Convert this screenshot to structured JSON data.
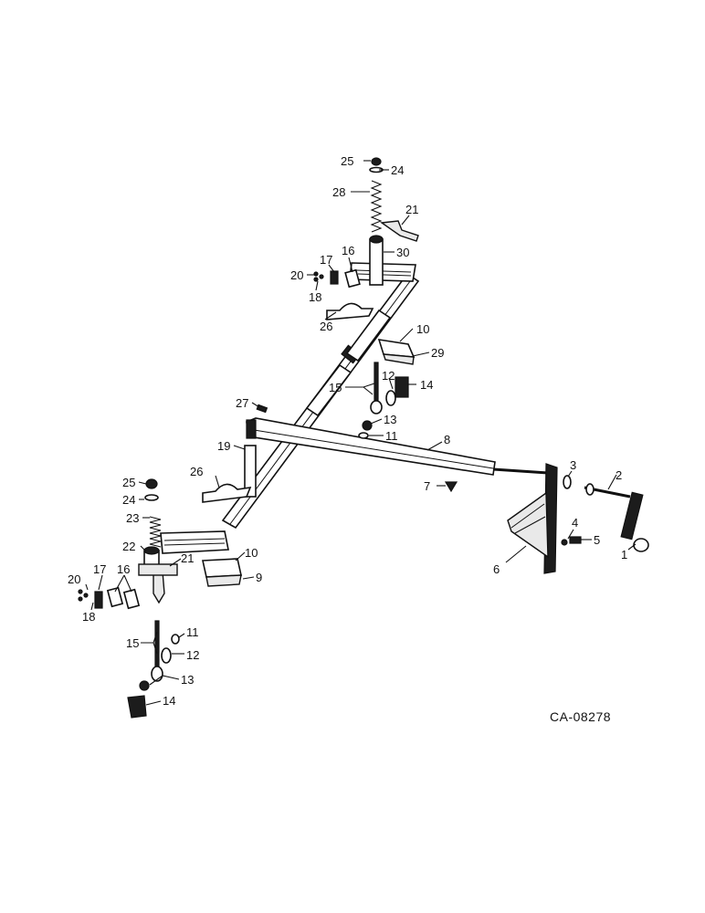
{
  "drawing_id": "CA-08278",
  "callouts": [
    {
      "id": "c25a",
      "text": "25"
    },
    {
      "id": "c24a",
      "text": "24"
    },
    {
      "id": "c28",
      "text": "28"
    },
    {
      "id": "c21a",
      "text": "21"
    },
    {
      "id": "c30",
      "text": "30"
    },
    {
      "id": "c17a",
      "text": "17"
    },
    {
      "id": "c16a",
      "text": "16"
    },
    {
      "id": "c20a",
      "text": "20"
    },
    {
      "id": "c18a",
      "text": "18"
    },
    {
      "id": "c26a",
      "text": "26"
    },
    {
      "id": "c10a",
      "text": "10"
    },
    {
      "id": "c29",
      "text": "29"
    },
    {
      "id": "c12a",
      "text": "12"
    },
    {
      "id": "c15a",
      "text": "15"
    },
    {
      "id": "c14a",
      "text": "14"
    },
    {
      "id": "c27",
      "text": "27"
    },
    {
      "id": "c13a",
      "text": "13"
    },
    {
      "id": "c11a",
      "text": "11"
    },
    {
      "id": "c8",
      "text": "8"
    },
    {
      "id": "c19",
      "text": "19"
    },
    {
      "id": "c7",
      "text": "7"
    },
    {
      "id": "c3",
      "text": "3"
    },
    {
      "id": "c2",
      "text": "2"
    },
    {
      "id": "c26b",
      "text": "26"
    },
    {
      "id": "c25b",
      "text": "25"
    },
    {
      "id": "c24b",
      "text": "24"
    },
    {
      "id": "c23",
      "text": "23"
    },
    {
      "id": "c4",
      "text": "4"
    },
    {
      "id": "c5",
      "text": "5"
    },
    {
      "id": "c1",
      "text": "1"
    },
    {
      "id": "c22",
      "text": "22"
    },
    {
      "id": "c21b",
      "text": "21"
    },
    {
      "id": "c10b",
      "text": "10"
    },
    {
      "id": "c9",
      "text": "9"
    },
    {
      "id": "c6",
      "text": "6"
    },
    {
      "id": "c20b",
      "text": "20"
    },
    {
      "id": "c17b",
      "text": "17"
    },
    {
      "id": "c16b",
      "text": "16"
    },
    {
      "id": "c18b",
      "text": "18"
    },
    {
      "id": "c15b",
      "text": "15"
    },
    {
      "id": "c11b",
      "text": "11"
    },
    {
      "id": "c12b",
      "text": "12"
    },
    {
      "id": "c13b",
      "text": "13"
    },
    {
      "id": "c14b",
      "text": "14"
    }
  ]
}
